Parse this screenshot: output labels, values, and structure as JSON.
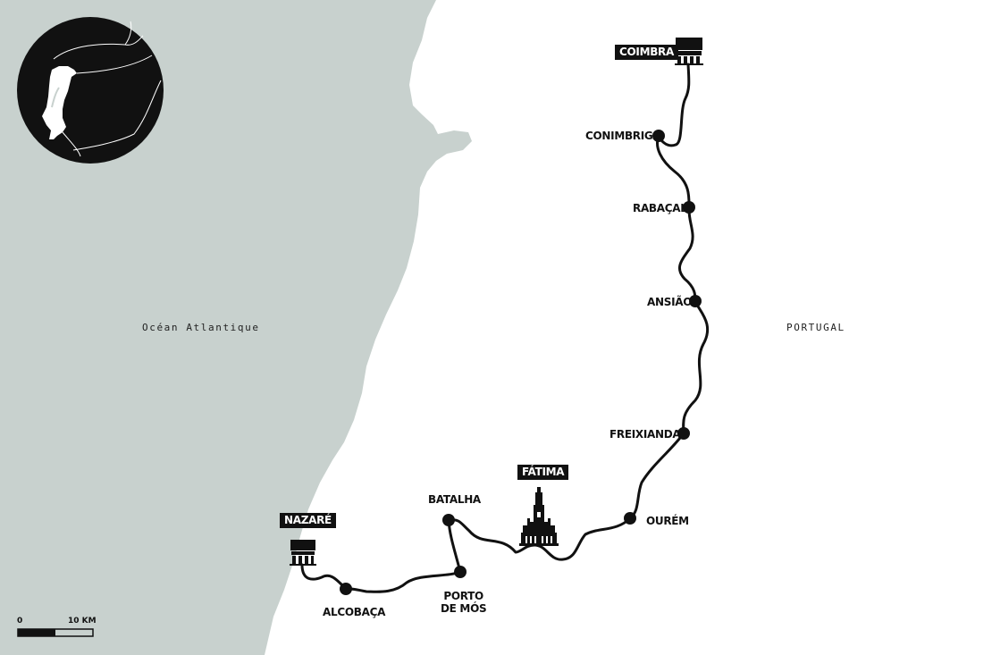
{
  "colors": {
    "sea": "#c8d1ce",
    "land": "#ffffff",
    "route": "#111111",
    "inset_bg": "#111111"
  },
  "regions": {
    "ocean": "Océan Atlantique",
    "country": "PORTUGAL"
  },
  "badges": {
    "coimbra": "COIMBRA",
    "fatima": "FÁTIMA",
    "nazare": "NAZARÉ"
  },
  "stops": {
    "conimbriga": "CONIMBRIGA",
    "rabacal": "RABAÇAL",
    "ansiao": "ANSIÃO",
    "freixianda": "FREIXIANDA",
    "ourem": "OURÉM",
    "batalha": "BATALHA",
    "porto_de_mos": "PORTO\nDE MÓS",
    "alcobaca": "ALCOBAÇA"
  },
  "scale": {
    "start": "0",
    "end": "10 KM"
  },
  "icons": {
    "coimbra": "aqueduct-icon",
    "nazare": "aqueduct-icon",
    "fatima": "basilica-icon"
  }
}
